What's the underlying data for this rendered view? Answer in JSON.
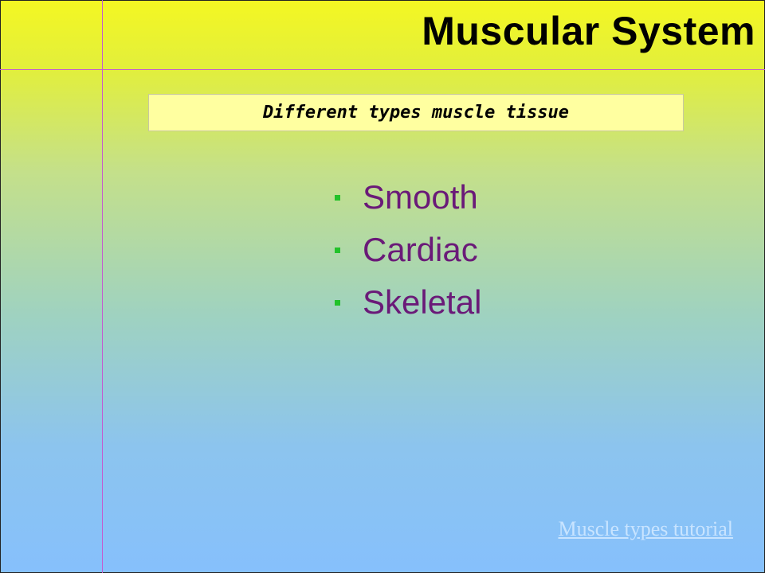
{
  "slide": {
    "title": "Muscular System",
    "subtitle": "Different types muscle tissue",
    "bullets": [
      "Smooth",
      "Cardiac",
      "Skeletal"
    ],
    "link_text": "Muscle types tutorial"
  },
  "colors": {
    "title_text": "#000000",
    "subtitle_box": "#ffffa0",
    "bullet_text": "#6a1a78",
    "bullet_marker": "#22c22a",
    "divider_lines": "#c45ad0",
    "link": "#c8e4ff"
  }
}
